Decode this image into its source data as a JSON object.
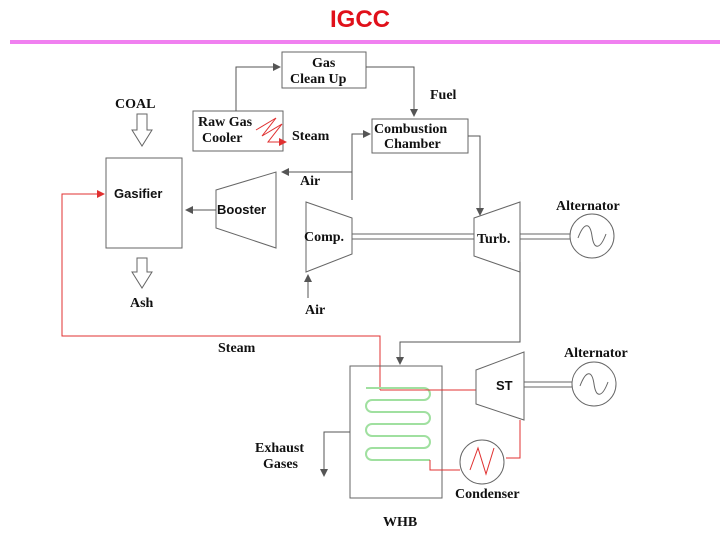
{
  "title": "IGCC",
  "labels": {
    "coal": "COAL",
    "ash": "Ash",
    "gasifier": "Gasifier",
    "raw_gas_cooler_1": "Raw Gas",
    "raw_gas_cooler_2": "Cooler",
    "gas_clean_up_1": "Gas",
    "gas_clean_up_2": "Clean Up",
    "fuel": "Fuel",
    "combustion_chamber_1": "Combustion",
    "combustion_chamber_2": "Chamber",
    "steam_top": "Steam",
    "air_top": "Air",
    "booster": "Booster",
    "comp": "Comp.",
    "air_bottom": "Air",
    "turb": "Turb.",
    "alternator_top": "Alternator",
    "alternator_bottom": "Alternator",
    "steam_bottom": "Steam",
    "st": "ST",
    "exhaust_1": "Exhaust",
    "exhaust_2": "Gases",
    "condenser": "Condenser",
    "whb": "WHB"
  },
  "colors": {
    "title": "#e0101a",
    "rule": "#f080f0",
    "steam_line": "#e03030",
    "coil": "#a0e0a0"
  }
}
